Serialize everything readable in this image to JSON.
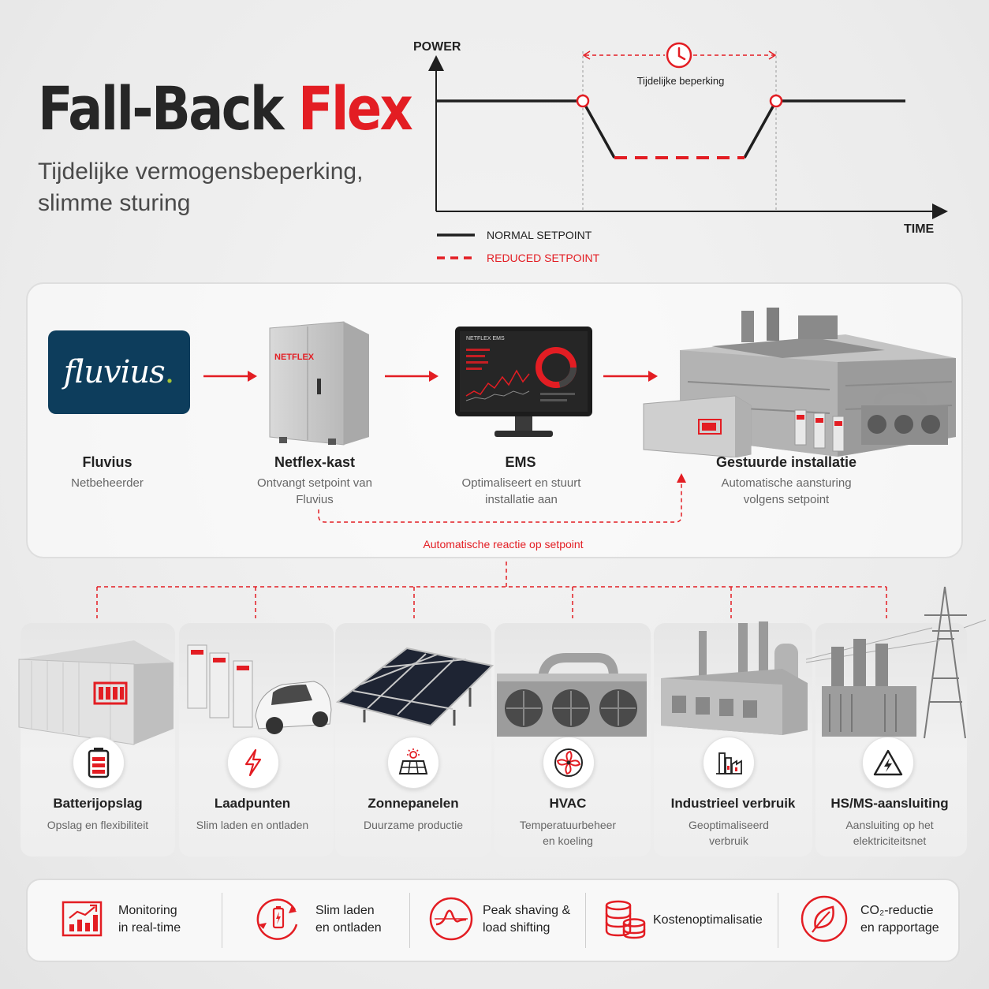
{
  "header": {
    "title_main": "Fall-Back",
    "title_accent": "Flex",
    "subtitle": "Tijdelijke vermogensbeperking, slimme sturing"
  },
  "chart": {
    "y_label": "POWER",
    "x_label": "TIME",
    "annotation": "Tijdelijke beperking",
    "legend_normal": "NORMAL SETPOINT",
    "legend_reduced": "REDUCED SETPOINT"
  },
  "flow": {
    "fluvius_logo_text": "fluvius",
    "nodes": [
      {
        "title": "Fluvius",
        "desc": "Netbeheerder"
      },
      {
        "title": "Netflex-kast",
        "desc": "Ontvangt setpoint van Fluvius"
      },
      {
        "title": "EMS",
        "desc": "Optimaliseert en stuurt installatie aan"
      },
      {
        "title": "Gestuurde installatie",
        "desc": "Automatische aansturing volgens setpoint"
      }
    ],
    "cabinet_brand": "NETFLEX",
    "ems_screen_label": "NETFLEX EMS",
    "feedback_label": "Automatische reactie op setpoint"
  },
  "cards": [
    {
      "title": "Batterijopslag",
      "desc": "Opslag en flexibiliteit",
      "icon": "battery-icon"
    },
    {
      "title": "Laadpunten",
      "desc": "Slim laden en ontladen",
      "icon": "lightning-icon"
    },
    {
      "title": "Zonnepanelen",
      "desc": "Duurzame productie",
      "icon": "solar-panel-icon"
    },
    {
      "title": "HVAC",
      "desc": "Temperatuurbeheer en koeling",
      "icon": "fan-icon"
    },
    {
      "title": "Industrieel verbruik",
      "desc": "Geoptimaliseerd verbruik",
      "icon": "factory-icon"
    },
    {
      "title": "HS/MS-aansluiting",
      "desc": "Aansluiting op het elektriciteitsnet",
      "icon": "high-voltage-icon"
    }
  ],
  "features": [
    {
      "line1": "Monitoring",
      "line2": "in real-time",
      "icon": "chart-icon"
    },
    {
      "line1": "Slim laden",
      "line2": "en ontladen",
      "icon": "battery-cycle-icon"
    },
    {
      "line1": "Peak shaving &",
      "line2": "load shifting",
      "icon": "wave-icon"
    },
    {
      "line1": "Kostenoptimalisatie",
      "line2": "",
      "icon": "coins-icon"
    },
    {
      "line1": "CO₂-reductie",
      "line2": "en rapportage",
      "icon": "leaf-icon"
    }
  ],
  "colors": {
    "accent": "#e31d23",
    "dark": "#262626",
    "fluvius_blue": "#0d3d5c",
    "fluvius_green": "#a6c636"
  }
}
